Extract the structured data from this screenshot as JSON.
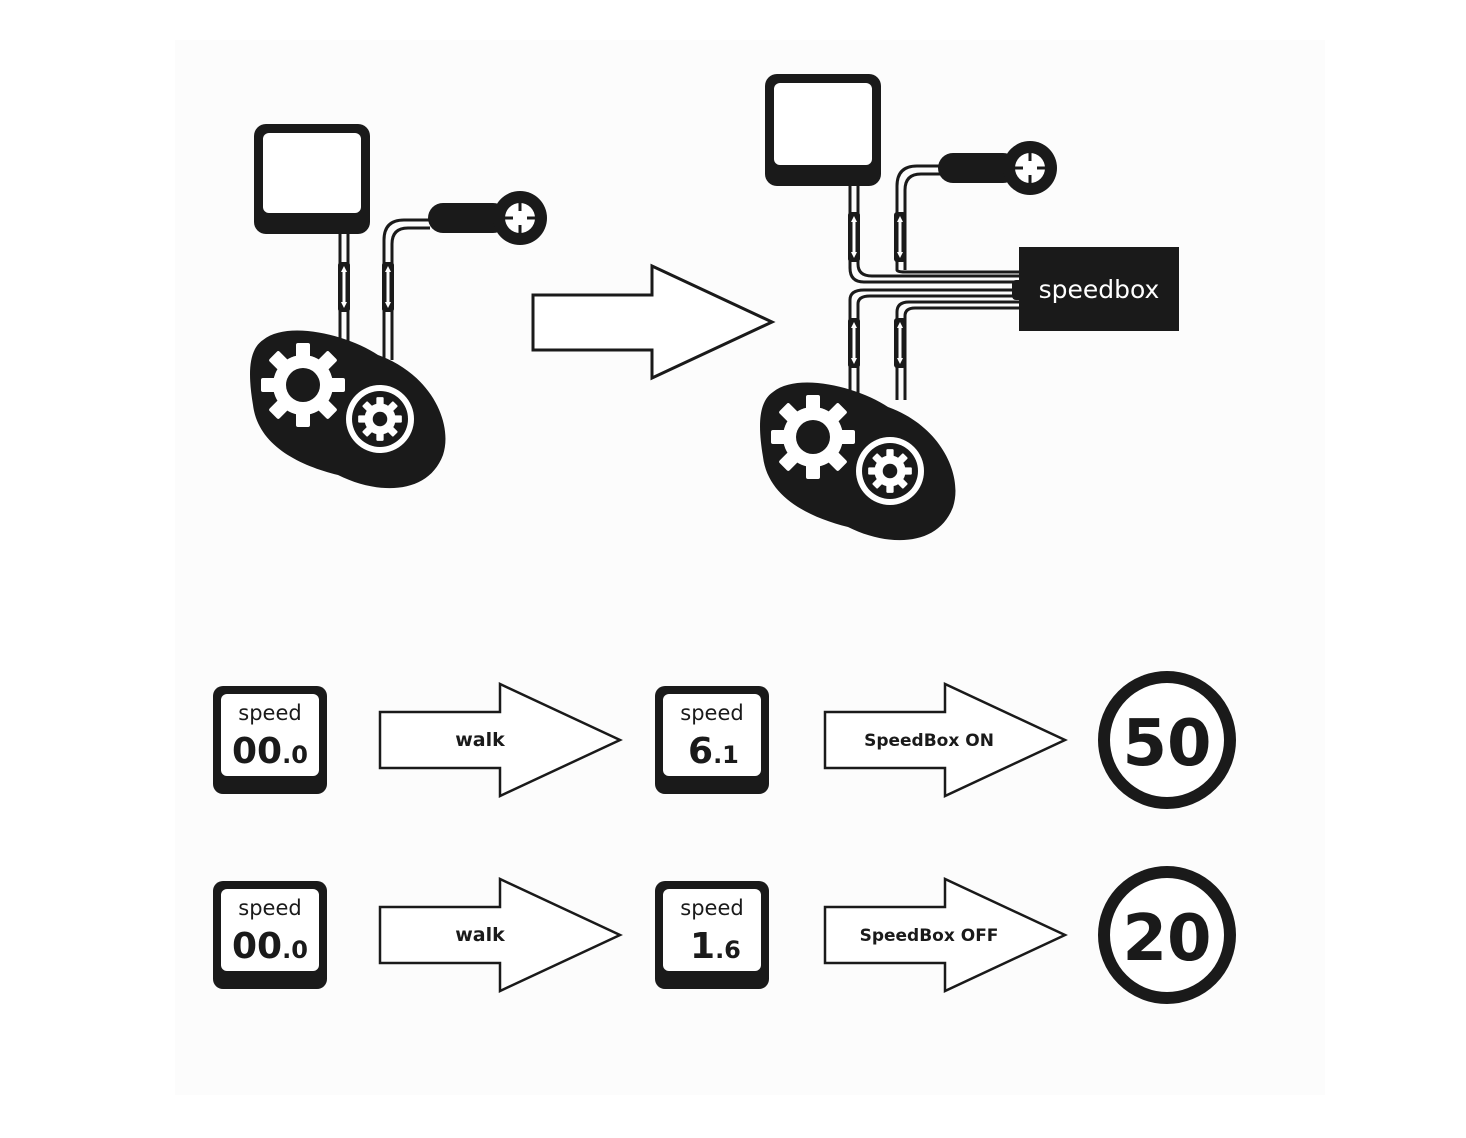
{
  "top": {
    "speedbox_label": "speedbox"
  },
  "rows": [
    {
      "display_before": {
        "label": "speed",
        "big": "00",
        "small": ".0"
      },
      "arrow1_label": "walk",
      "display_after": {
        "label": "speed",
        "big": "6",
        "small": ".1"
      },
      "arrow2_label": "SpeedBox ON",
      "limit_sign": "50"
    },
    {
      "display_before": {
        "label": "speed",
        "big": "00",
        "small": ".0"
      },
      "arrow1_label": "walk",
      "display_after": {
        "label": "speed",
        "big": "1",
        "small": ".6"
      },
      "arrow2_label": "SpeedBox OFF",
      "limit_sign": "20"
    }
  ],
  "colors": {
    "ink": "#1a1a1a",
    "paper": "#ffffff",
    "panel": "#fcfcfc"
  }
}
